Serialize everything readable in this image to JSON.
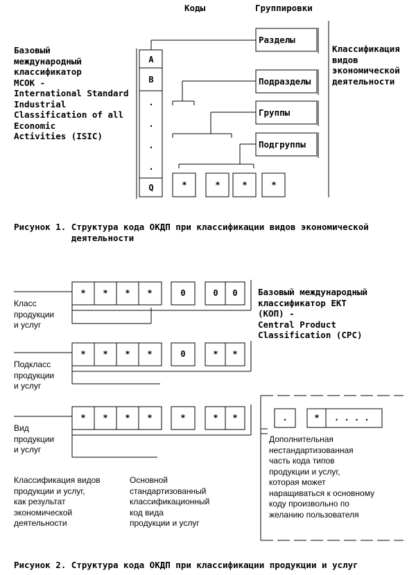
{
  "figure1": {
    "header_codes": "Коды",
    "header_groupings": "Группировки",
    "isic_label": "Базовый\nмеждународный\nклассификатор\nМСОК -\nInternational Standard\nIndustrial\nClassification of all\nEconomic\nActivities (ISIC)",
    "column_codes": [
      "A",
      "B",
      ".",
      ".",
      ".",
      ".",
      "Q"
    ],
    "groupings": [
      "Разделы",
      "Подразделы",
      "Группы",
      "Подгруппы"
    ],
    "side_label": "Классификация\nвидов\nэкономической\nдеятельности",
    "stars": [
      "*",
      "*",
      "*",
      "*"
    ],
    "caption": "Рисунок 1. Структура кода ОКДП при классификации видов экономической\n           деятельности"
  },
  "figure2": {
    "row1_label": "Класс\nпродукции\nи услуг",
    "row1_cells": [
      "*",
      "*",
      "*",
      "*",
      "0",
      "0",
      "0"
    ],
    "row2_label": "Подкласс\nпродукции\nи услуг",
    "row2_cells": [
      "*",
      "*",
      "*",
      "*",
      "0",
      "*",
      "*"
    ],
    "row3_label": "Вид\nпродукции\nи услуг",
    "row3_cells": [
      "*",
      "*",
      "*",
      "*",
      "*",
      "*",
      "*"
    ],
    "cpc_label": "Базовый международный\nклассификатор ЕКТ\n(КОП) -\nCentral Product\nClassification (CPC)",
    "extra_cells": [
      ".",
      "*",
      ". . . ."
    ],
    "extra_label": "Дополнительная\nнестандартизованная\nчасть кода типов\nпродукции и услуг,\nкоторая может\nнаращиваться к основному\nкоду произвольно по\nжеланию пользователя",
    "bottom_left": "Классификация видов\nпродукции и услуг,\nкак результат\nэкономической\nдеятельности",
    "bottom_mid": "Основной\nстандартизованный\nклассификационный\nкод вида\nпродукции и услуг",
    "caption": "Рисунок 2. Структура кода ОКДП при классификации продукции и услуг"
  }
}
